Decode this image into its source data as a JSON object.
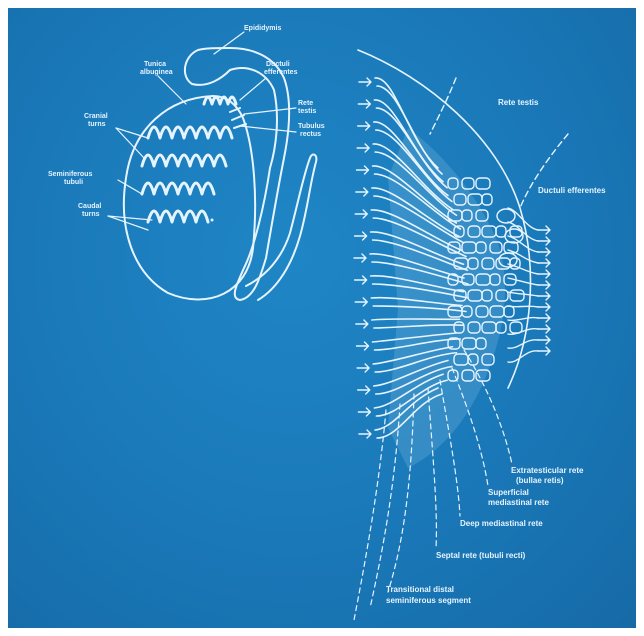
{
  "overview": {
    "labels": {
      "epididymis": "Epididymis",
      "tunica_1": "Tunica",
      "tunica_2": "albuginea",
      "ductuli_1": "Ductuli",
      "ductuli_2": "efferentes",
      "cranial_1": "Cranial",
      "cranial_2": "turns",
      "rete_1": "Rete",
      "rete_2": "testis",
      "tubulus_1": "Tubulus",
      "tubulus_2": "rectus",
      "semin_1": "Seminiferous",
      "semin_2": "tubuli",
      "caudal_1": "Caudal",
      "caudal_2": "turns"
    }
  },
  "detail": {
    "labels": {
      "rete_testis": "Rete testis",
      "ductuli_efferentes": "Ductuli efferentes",
      "extratesticular_1": "Extratesticular rete",
      "extratesticular_2": "(bullae retis)",
      "superficial_1": "Superficial",
      "superficial_2": "mediastinal rete",
      "deep": "Deep mediastinal rete",
      "septal": "Septal rete (tubuli recti)",
      "transitional_1": "Transitional distal",
      "transitional_2": "seminiferous segment"
    }
  },
  "colors": {
    "background": "#1a78b8",
    "line": "#e6f4ff"
  }
}
